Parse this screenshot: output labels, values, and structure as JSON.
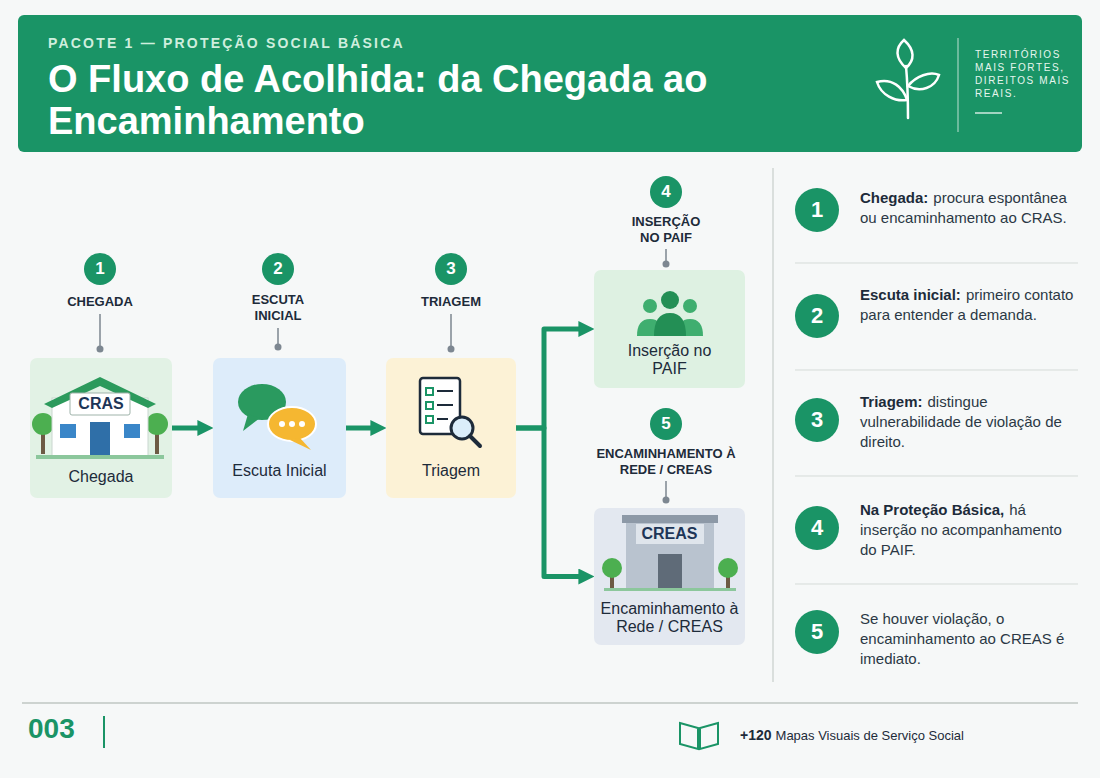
{
  "diagram": {
    "title": "O Fluxo de Acolhida: da Chegada ao Encaminhamento",
    "nodes": [
      {
        "text": [
          "CRAS",
          "Chegada"
        ]
      },
      {
        "text": [
          "Escuta Inicial"
        ]
      },
      {
        "text": [
          "Triagem"
        ]
      },
      {
        "text": [
          "Inserção no PAIF"
        ]
      },
      {
        "text": [
          "CREAS",
          "Encaminhamento à Rede / CREAS"
        ]
      }
    ],
    "edges": [
      {
        "from": 0,
        "to": 1,
        "arrow": "to"
      },
      {
        "from": 1,
        "to": 2,
        "arrow": "to"
      },
      {
        "from": 2,
        "to": 3,
        "arrow": "to"
      },
      {
        "from": 2,
        "to": 4,
        "arrow": "to"
      }
    ],
    "labels": [
      "PACOTE 1 — PROTEÇÃO SOCIAL BÁSICA",
      "TERRITÓRIOS MAIS FORTES, DIREITOS MAIS REAIS.",
      "1",
      "CHEGADA",
      "2",
      "ESCUTA INICIAL",
      "3",
      "TRIAGEM",
      "4",
      "INSERÇÃO NO PAIF",
      "5",
      "ENCAMINHAMENTO À REDE / CREAS",
      "1",
      "Chegada:",
      "procura espontânea ou encaminhamento ao CRAS.",
      "2",
      "Escuta inicial:",
      "primeiro contato para entender a demanda.",
      "3",
      "Triagem:",
      "distingue vulnerabilidade de violação de direito.",
      "4",
      "Na Proteção Básica,",
      "há inserção no acompanhamento do PAIF.",
      "5",
      "Se houver violação, o encaminhamento ao CREAS é imediato.",
      "003",
      "+120",
      "Mapas Visuais de Serviço Social"
    ]
  }
}
